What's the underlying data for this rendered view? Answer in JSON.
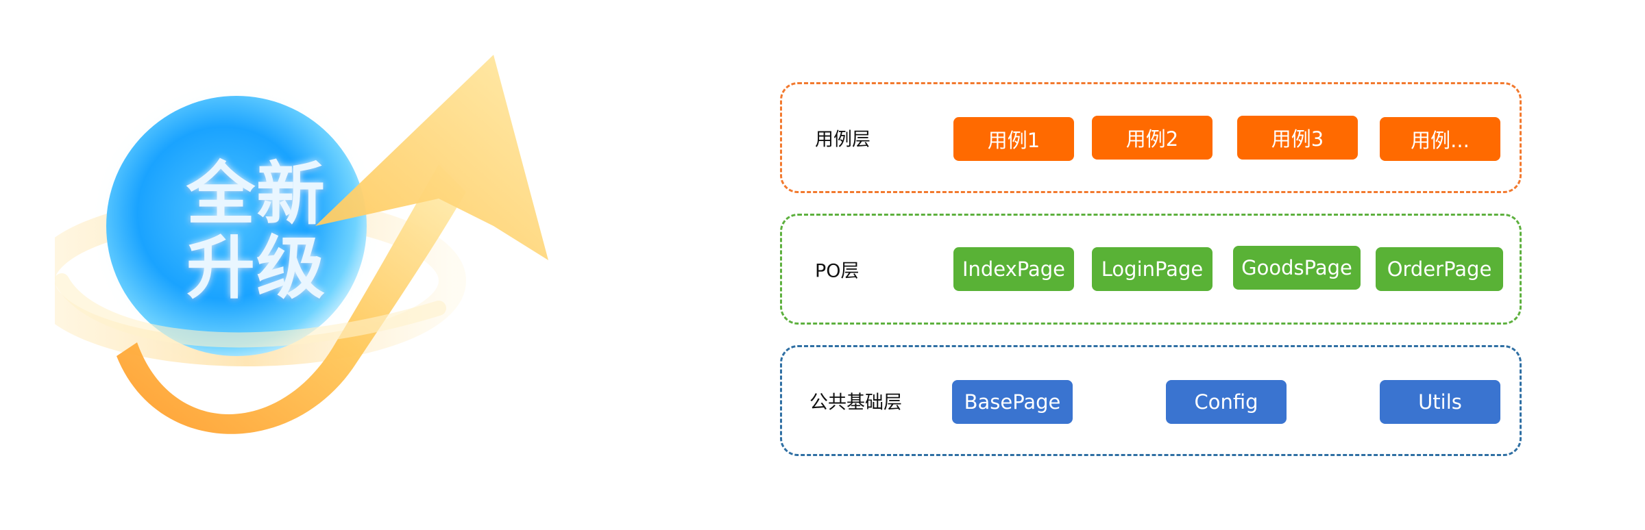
{
  "illustration": {
    "badge_line1": "全新",
    "badge_line2": "升级"
  },
  "colors": {
    "case_layer": "#f2792e",
    "po_layer": "#5db03e",
    "base_layer": "#2f6fa3",
    "case_chip": "#ff6a00",
    "po_chip": "#59b236",
    "base_chip": "#3a74d0"
  },
  "layers": [
    {
      "label": "用例层",
      "items": [
        "用例1",
        "用例2",
        "用例3",
        "用例..."
      ]
    },
    {
      "label": "PO层",
      "items": [
        "IndexPage",
        "LoginPage",
        "GoodsPage",
        "OrderPage"
      ]
    },
    {
      "label": "公共基础层",
      "items": [
        "BasePage",
        "Config",
        "Utils"
      ]
    }
  ]
}
